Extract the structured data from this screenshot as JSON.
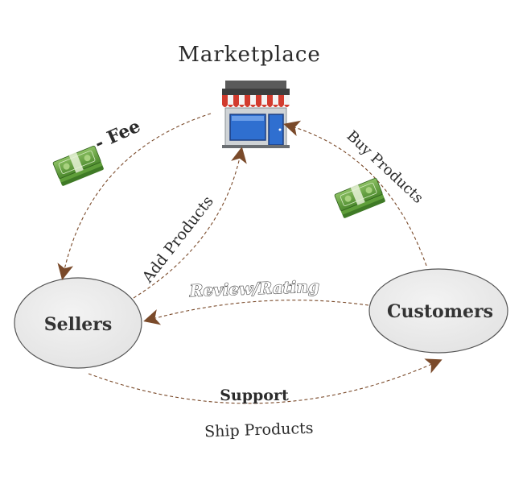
{
  "title": "Marketplace",
  "nodes": {
    "sellers": "Sellers",
    "customers": "Customers"
  },
  "edges": {
    "fee": "- Fee",
    "add_products": "Add Products",
    "buy_products": "Buy Products",
    "review_rating": "Review/Rating",
    "support": "Support",
    "ship_products": "Ship Products"
  },
  "icons": {
    "store": "store-icon",
    "money": "money-stack-icon"
  },
  "colors": {
    "arrow": "#7a4a2a",
    "ellipse_fill": "#e8e8e8",
    "money": "#5f9e3a",
    "awning_red": "#d23b2e",
    "awning_white": "#f4f4f4",
    "window_blue": "#2f6fd0"
  }
}
